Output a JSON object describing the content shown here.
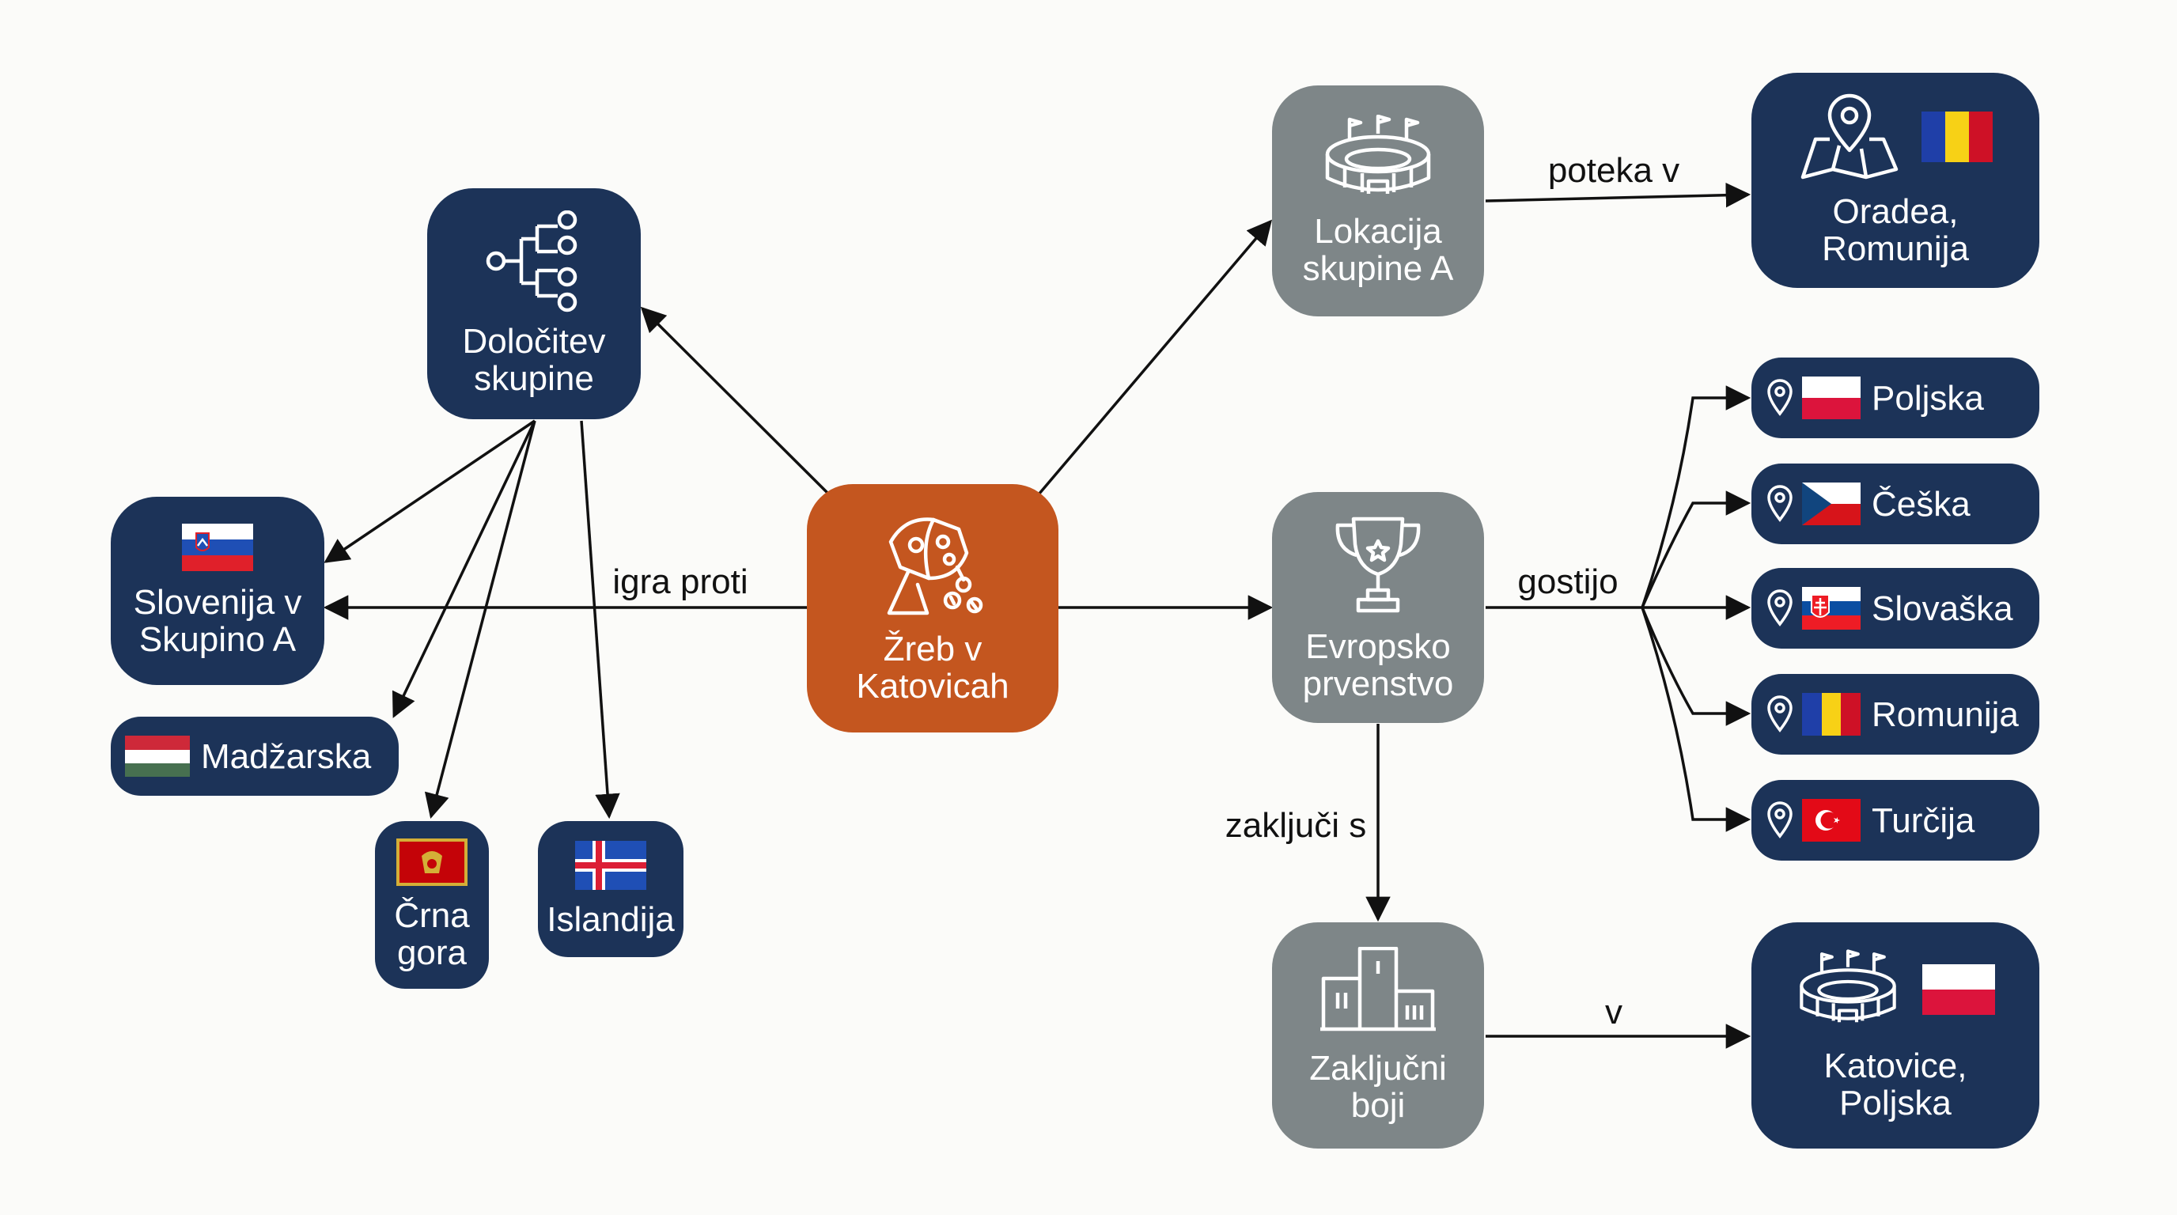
{
  "center": {
    "label": "Žreb v\nKatovicah",
    "icon": "lottery-drum-icon"
  },
  "group_determination": {
    "label": "Določitev\nskupine",
    "icon": "bracket-tree-icon"
  },
  "slovenia": {
    "label": "Slovenija v\nSkupino A",
    "flag": "slovenia-flag"
  },
  "opponents": [
    {
      "label": "Madžarska",
      "flag": "hungary-flag"
    },
    {
      "label": "Črna\ngora",
      "flag": "montenegro-flag"
    },
    {
      "label": "Islandija",
      "flag": "iceland-flag"
    }
  ],
  "group_location": {
    "label": "Lokacija\nskupine A",
    "icon": "stadium-icon"
  },
  "oradea": {
    "label": "Oradea,\nRomunija",
    "icon": "map-pin-icon",
    "flag": "romania-flag"
  },
  "euro": {
    "label": "Evropsko\nprvenstvo",
    "icon": "trophy-icon"
  },
  "hosts": [
    {
      "label": "Poljska",
      "flag": "poland-flag",
      "icon": "location-pin-icon"
    },
    {
      "label": "Češka",
      "flag": "czechia-flag",
      "icon": "location-pin-icon"
    },
    {
      "label": "Slovaška",
      "flag": "slovakia-flag",
      "icon": "location-pin-icon"
    },
    {
      "label": "Romunija",
      "flag": "romania-flag",
      "icon": "location-pin-icon"
    },
    {
      "label": "Turčija",
      "flag": "turkey-flag",
      "icon": "location-pin-icon"
    }
  ],
  "finals": {
    "label": "Zaključni\nboji",
    "icon": "podium-icon"
  },
  "katowice": {
    "label": "Katovice,\nPoljska",
    "icon": "stadium-icon",
    "flag": "poland-flag"
  },
  "edge_labels": {
    "plays_against": "igra proti",
    "takes_place_in": "poteka v",
    "hosted_by": "gostijo",
    "ends_with": "zaključi s",
    "in": "v"
  },
  "colors": {
    "navy": "#1c3358",
    "gray": "#7e8688",
    "orange": "#c4561f",
    "background": "#fbfbf9"
  }
}
